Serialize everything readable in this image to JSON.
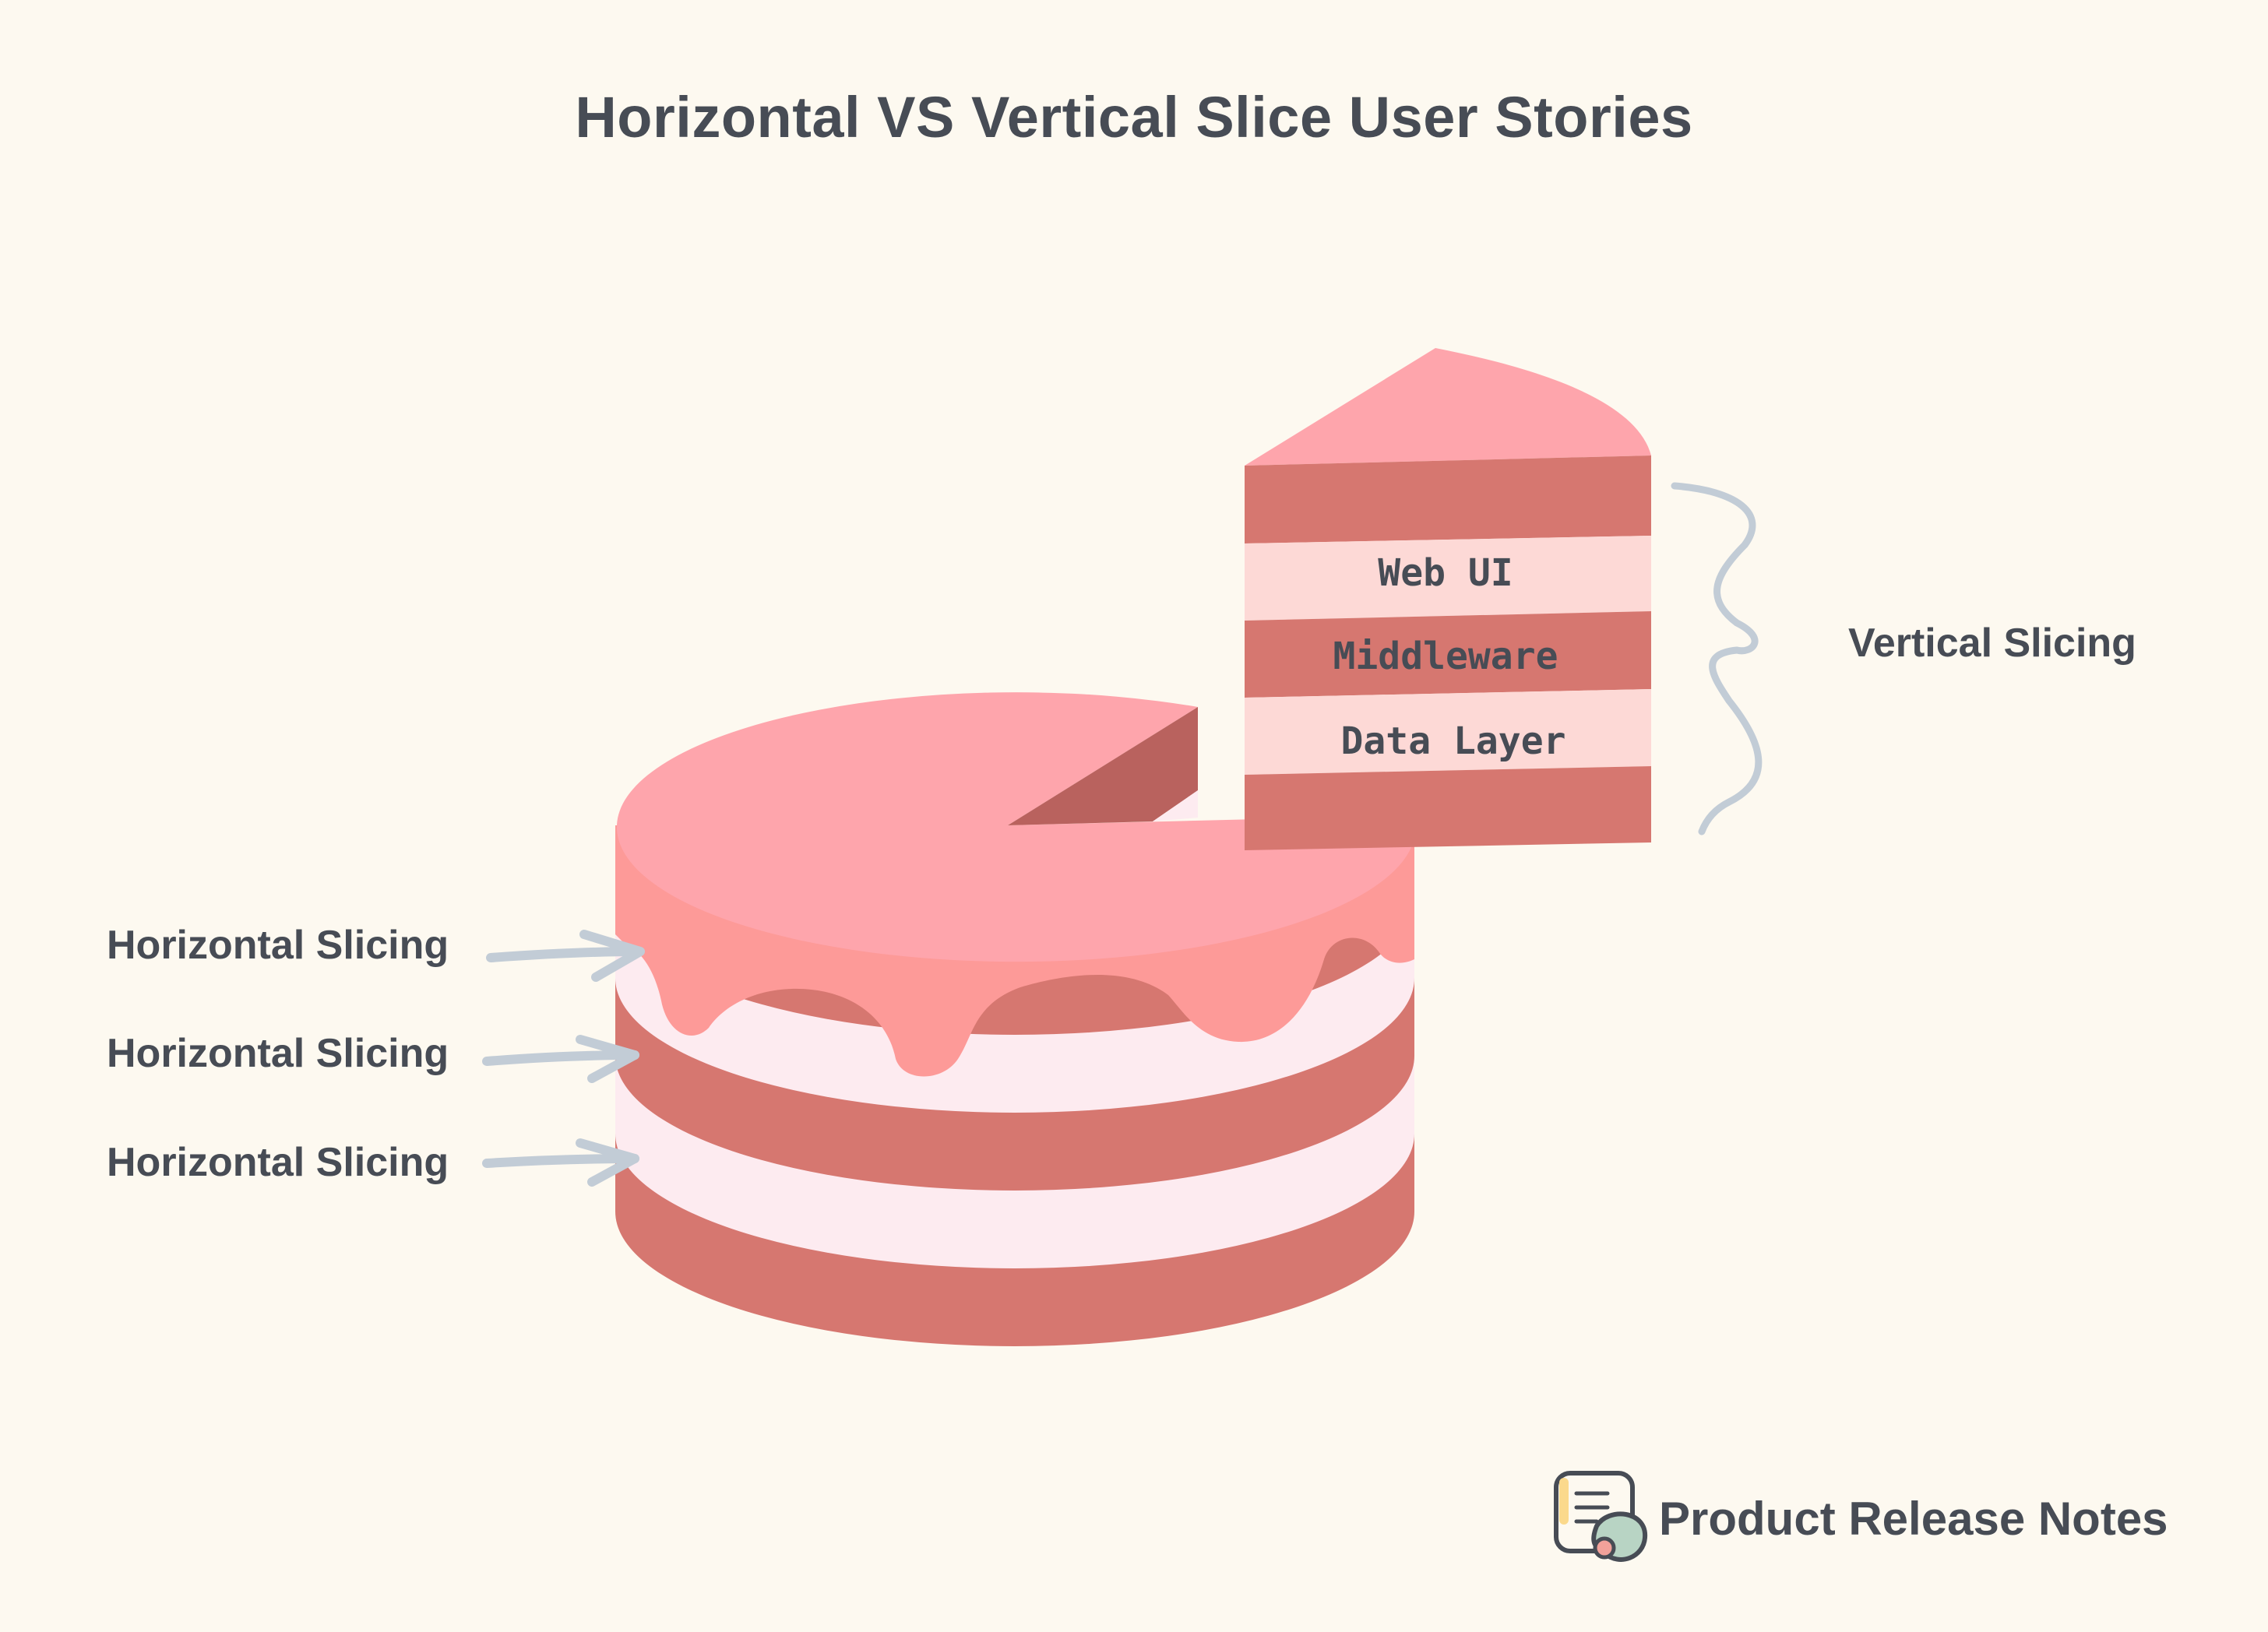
{
  "title": "Horizontal VS Vertical Slice User Stories",
  "slice_layers": [
    "Web UI",
    "Middleware",
    "Data Layer"
  ],
  "vertical_label": "Vertical Slicing",
  "horizontal_labels": [
    "Horizontal Slicing",
    "Horizontal Slicing",
    "Horizontal Slicing"
  ],
  "brand": {
    "name": "Product Release Notes",
    "icon": "release-notes-logo-icon"
  },
  "colors": {
    "background": "#fdf9f0",
    "text": "#474c55",
    "cake_pink_top": "#fea5ac",
    "cake_dark_layer": "#d67770",
    "cake_light_layer": "#fdebf0",
    "icing": "#fd9a98",
    "arrow": "#c2ccd6"
  }
}
